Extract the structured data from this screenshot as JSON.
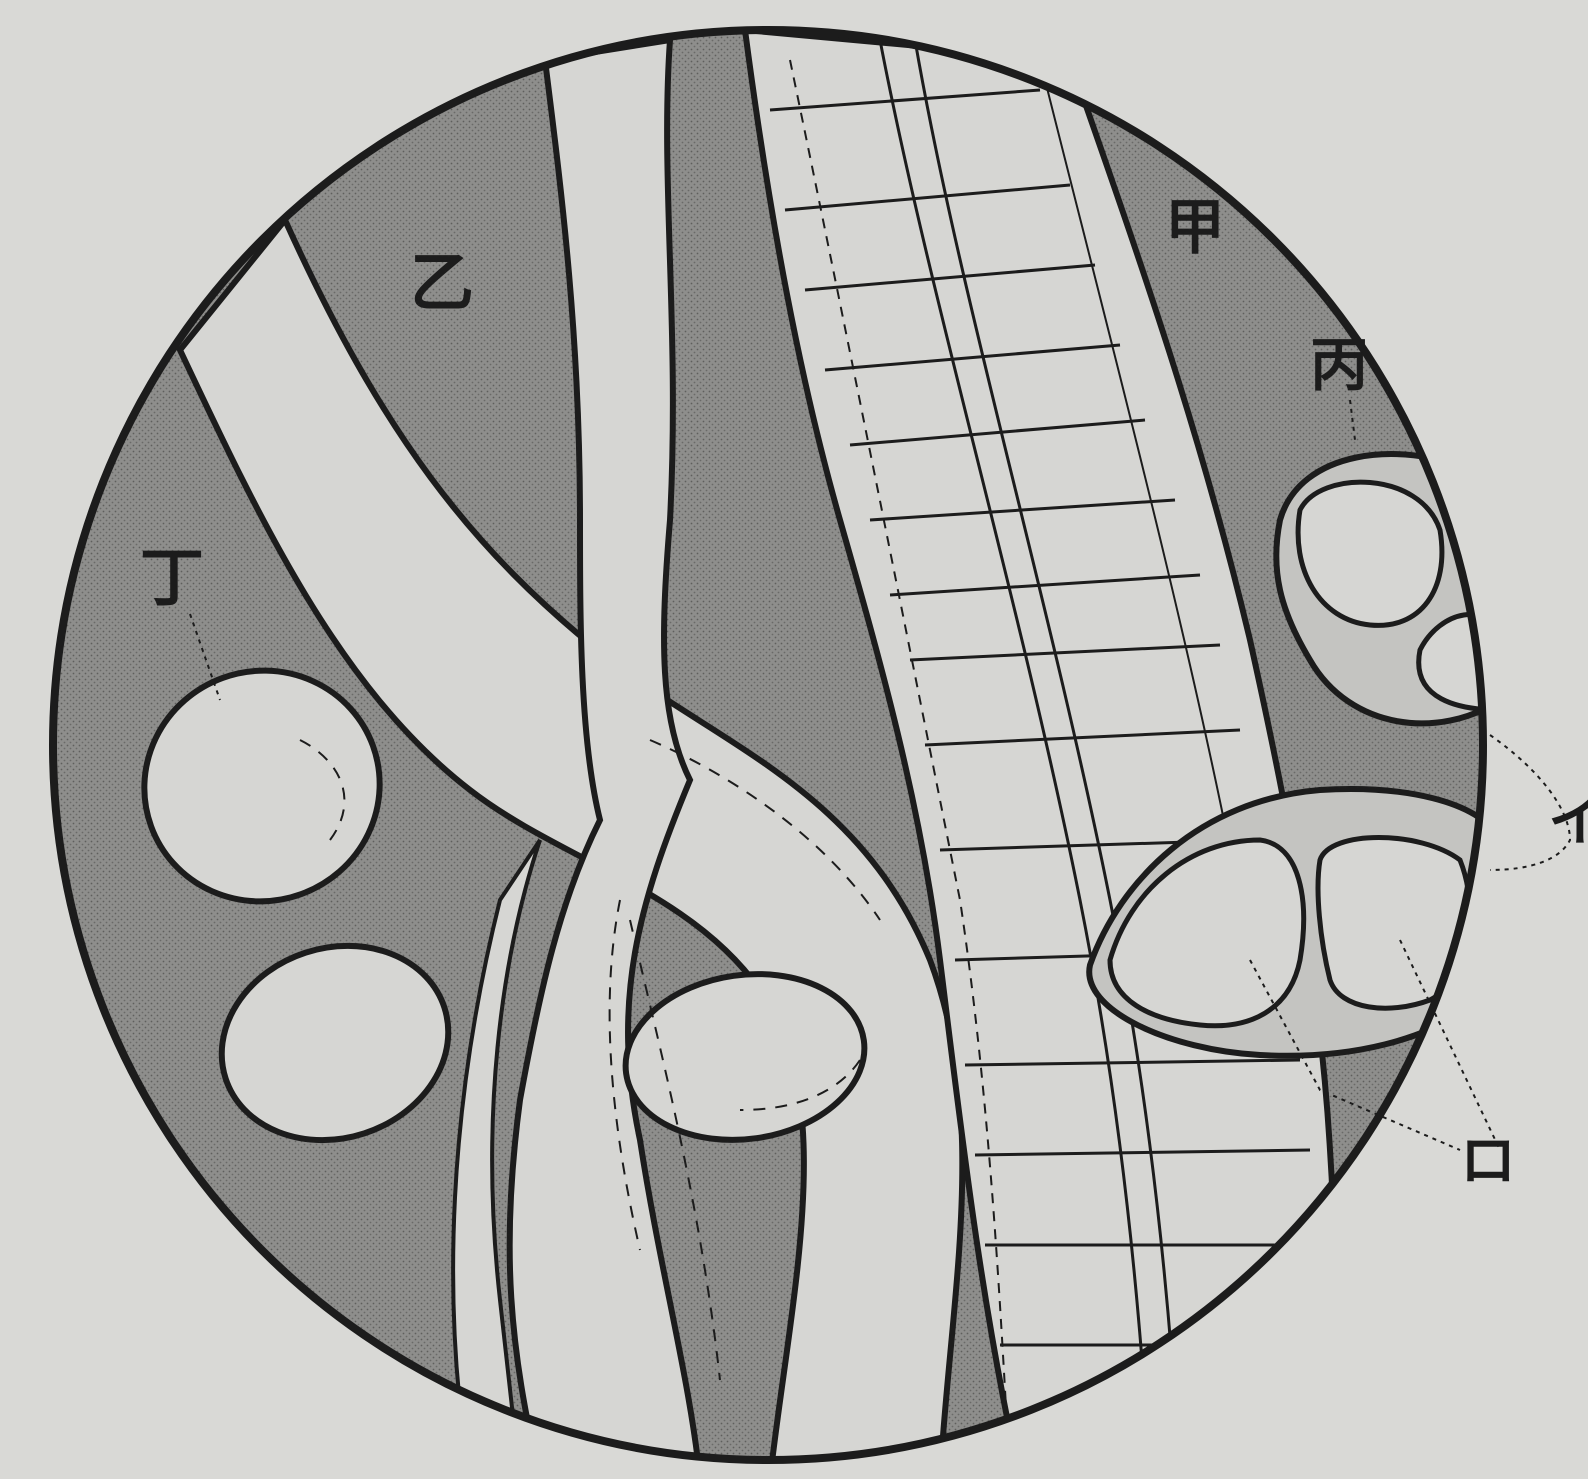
{
  "figure": {
    "labels": {
      "kou": "甲",
      "otsu": "乙",
      "hei": "丙",
      "tei": "丁",
      "ro": "ロ",
      "i": "イ"
    },
    "colors": {
      "paper": "#d9d9d6",
      "shade": "#8d8d8b",
      "light": "#d6d6d3",
      "ink": "#1c1c1c"
    }
  }
}
